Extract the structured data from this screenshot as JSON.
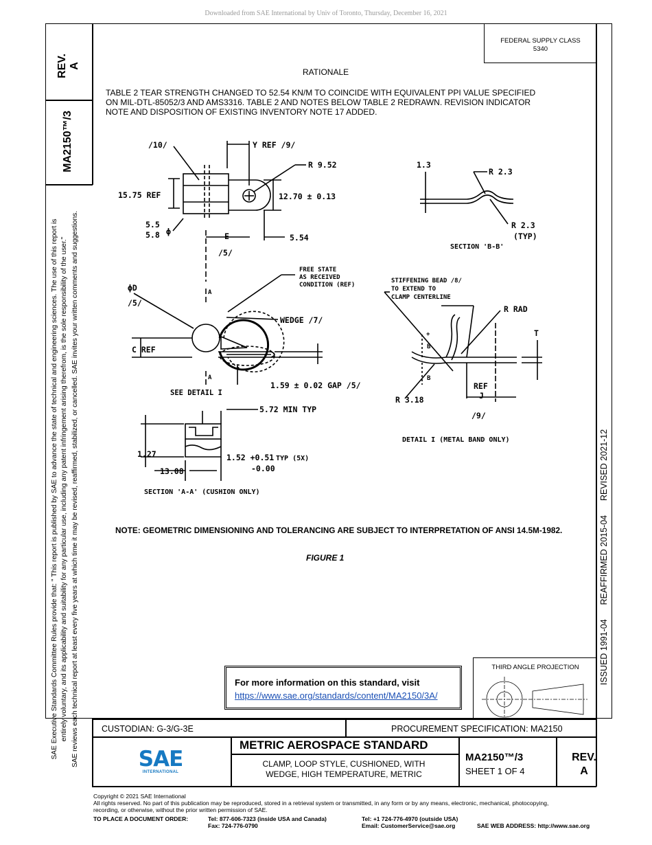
{
  "header": {
    "download_notice": "Downloaded from SAE International by Univ of Toronto, Thursday, December 16, 2021"
  },
  "left_column": {
    "rev_label": "REV.",
    "rev_value": "A",
    "doc_id": "MA2150™/3",
    "disclaimer_1": "SAE Executive Standards Committee Rules provide that: \"  This report is published by SAE to advance the state of technical and engineering sciences. The use of this report is",
    "disclaimer_2": "entirely voluntary, and its applicability and suitability for any particular use, including any patent infringement arising therefrom, is the sole responsibility of the user.\"",
    "disclaimer_3": "SAE reviews each technical report at least every five years at which time it may be revised, reaffirmed, stabilized, or cancelled. SAE invites your written comments and suggestions."
  },
  "right_column": {
    "status": "ISSUED 1991-04      REAFFIRMED 2015-04      REVISED 2021-12"
  },
  "federal_supply": {
    "label": "FEDERAL SUPPLY CLASS",
    "value": "5340"
  },
  "rationale": {
    "title": "RATIONALE",
    "line1": "TABLE 2 TEAR STRENGTH CHANGED TO 52.54 KN/M TO COINCIDE WITH EQUIVALENT PPI VALUE SPECIFIED",
    "line2": "ON MIL-DTL-85052/3 AND AMS3316. TABLE 2 AND NOTES BELOW TABLE 2 REDRAWN. REVISION INDICATOR",
    "line3": "NOTE AND DISPOSITION OF EXISTING INVENTORY NOTE 17 ADDED."
  },
  "drawing": {
    "l_10": "/10/",
    "l_yref": "Y REF /9/",
    "l_r952": "R 9.52",
    "l_1575": "15.75 REF",
    "l_1270": "12.70 ± 0.13",
    "l_55": "5.5",
    "l_58": "5.8",
    "l_phi": "ϕ",
    "l_e": "E",
    "l_554": "5.54",
    "l_5a": "/5/",
    "l_13": "1.3",
    "l_r23": "R 2.3",
    "l_r23typ": "R 2.3",
    "l_typ": "(TYP)",
    "l_secbb": "SECTION 'B-B'",
    "l_free1": "FREE STATE",
    "l_free2": "AS RECEIVED",
    "l_free3": "CONDITION (REF)",
    "l_phid": "ϕD",
    "l_5b": "/5/",
    "l_a1": "A",
    "l_wedge": "WEDGE /7/",
    "l_cref": "C REF",
    "l_a2": "A",
    "l_gap": "1.59 ± 0.02 GAP /5/",
    "l_seedet": "SEE DETAIL I",
    "l_stiff1": "STIFFENING BEAD /8/",
    "l_stiff2": "TO EXTEND TO",
    "l_stiff3": "CLAMP CENTERLINE",
    "l_rrad": "R RAD",
    "l_t": "T",
    "l_b1": "B",
    "l_b2": "B",
    "l_plus": "+",
    "l_r318": "R 3.18",
    "l_ref": "REF",
    "l_j": "J",
    "l_9": "/9/",
    "l_572": "5.72 MIN TYP",
    "l_127": "1.27",
    "l_152": "1.52 +0.51",
    "l_typ5x": "TYP (5X)",
    "l_000": "-0.00",
    "l_1308": "13.08",
    "l_secaa": "SECTION 'A-A' (CUSHION ONLY)",
    "l_detail": "DETAIL I (METAL BAND ONLY)"
  },
  "note": "NOTE:  GEOMETRIC DIMENSIONING AND TOLERANCING ARE SUBJECT TO INTERPRETATION OF ANSI 14.5M-1982.",
  "figure_caption": "FIGURE 1",
  "info_box": {
    "title": "For more information on this standard, visit",
    "link": "https://www.sae.org/standards/content/MA2150/3A/"
  },
  "projection": {
    "label": "THIRD ANGLE PROJECTION"
  },
  "title_block": {
    "custodian": "CUSTODIAN: G-3/G-3E",
    "procurement": "PROCUREMENT SPECIFICATION: MA2150",
    "logo_text": "SAE",
    "logo_sub": "INTERNATIONAL",
    "standard_type": "METRIC AEROSPACE STANDARD",
    "desc_line1": "CLAMP, LOOP STYLE, CUSHIONED, WITH",
    "desc_line2": "WEDGE, HIGH TEMPERATURE, METRIC",
    "doc_number": "MA2150™/3",
    "sheet": "SHEET 1 OF 4",
    "rev_label": "REV.",
    "rev_value": "A"
  },
  "footer": {
    "copyright": "Copyright © 2021 SAE International",
    "rights1": "All rights reserved. No part of this publication may be reproduced, stored in a retrieval system or transmitted, in any form or by any means, electronic, mechanical, photocopying,",
    "rights2": "recording, or otherwise, without the prior written permission of SAE.",
    "order_label": "TO PLACE A DOCUMENT ORDER:",
    "tel_us": "Tel: 877-606-7323 (inside USA and Canada)",
    "fax": "Fax: 724-776-0790",
    "tel_intl": "Tel: +1 724-776-4970 (outside USA)",
    "email": "Email: CustomerService@sae.org",
    "web": "SAE WEB ADDRESS: http://www.sae.org"
  }
}
